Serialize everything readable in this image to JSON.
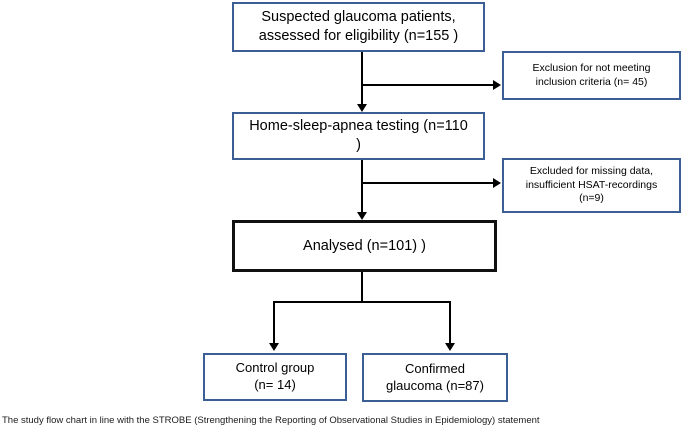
{
  "figure": {
    "type": "flowchart",
    "caption": "The study flow chart in line with the STROBE (Strengthening the Reporting of Observational Studies in Epidemiology) statement",
    "colors": {
      "box_border_blue": "#3b5f94",
      "box_border_black": "#111111",
      "connector": "#000000",
      "background": "#ffffff",
      "text": "#000000"
    },
    "nodes": {
      "suspected": {
        "line1": "Suspected glaucoma patients,",
        "line2": "assessed for eligibility (n=155 )",
        "n": 155,
        "border": "blue"
      },
      "exclusion_inclusion_criteria": {
        "line1": "Exclusion for not meeting",
        "line2": "inclusion criteria (n= 45)",
        "n": 45,
        "border": "blue"
      },
      "hsat": {
        "line1": "Home-sleep-apnea testing (n=110 )",
        "n": 110,
        "border": "blue"
      },
      "excluded_missing_data": {
        "line1": "Excluded for missing data,",
        "line2": "insufficient HSAT-recordings",
        "line3": "(n=9)",
        "n": 9,
        "border": "blue"
      },
      "analysed": {
        "line1": "Analysed (n=101) )",
        "n": 101,
        "border": "black"
      },
      "control_group": {
        "line1": "Control group",
        "line2": "(n= 14)",
        "n": 14,
        "border": "blue"
      },
      "confirmed_glaucoma": {
        "line1": "Confirmed",
        "line2": "glaucoma (n=87)",
        "n": 87,
        "border": "blue"
      }
    }
  }
}
